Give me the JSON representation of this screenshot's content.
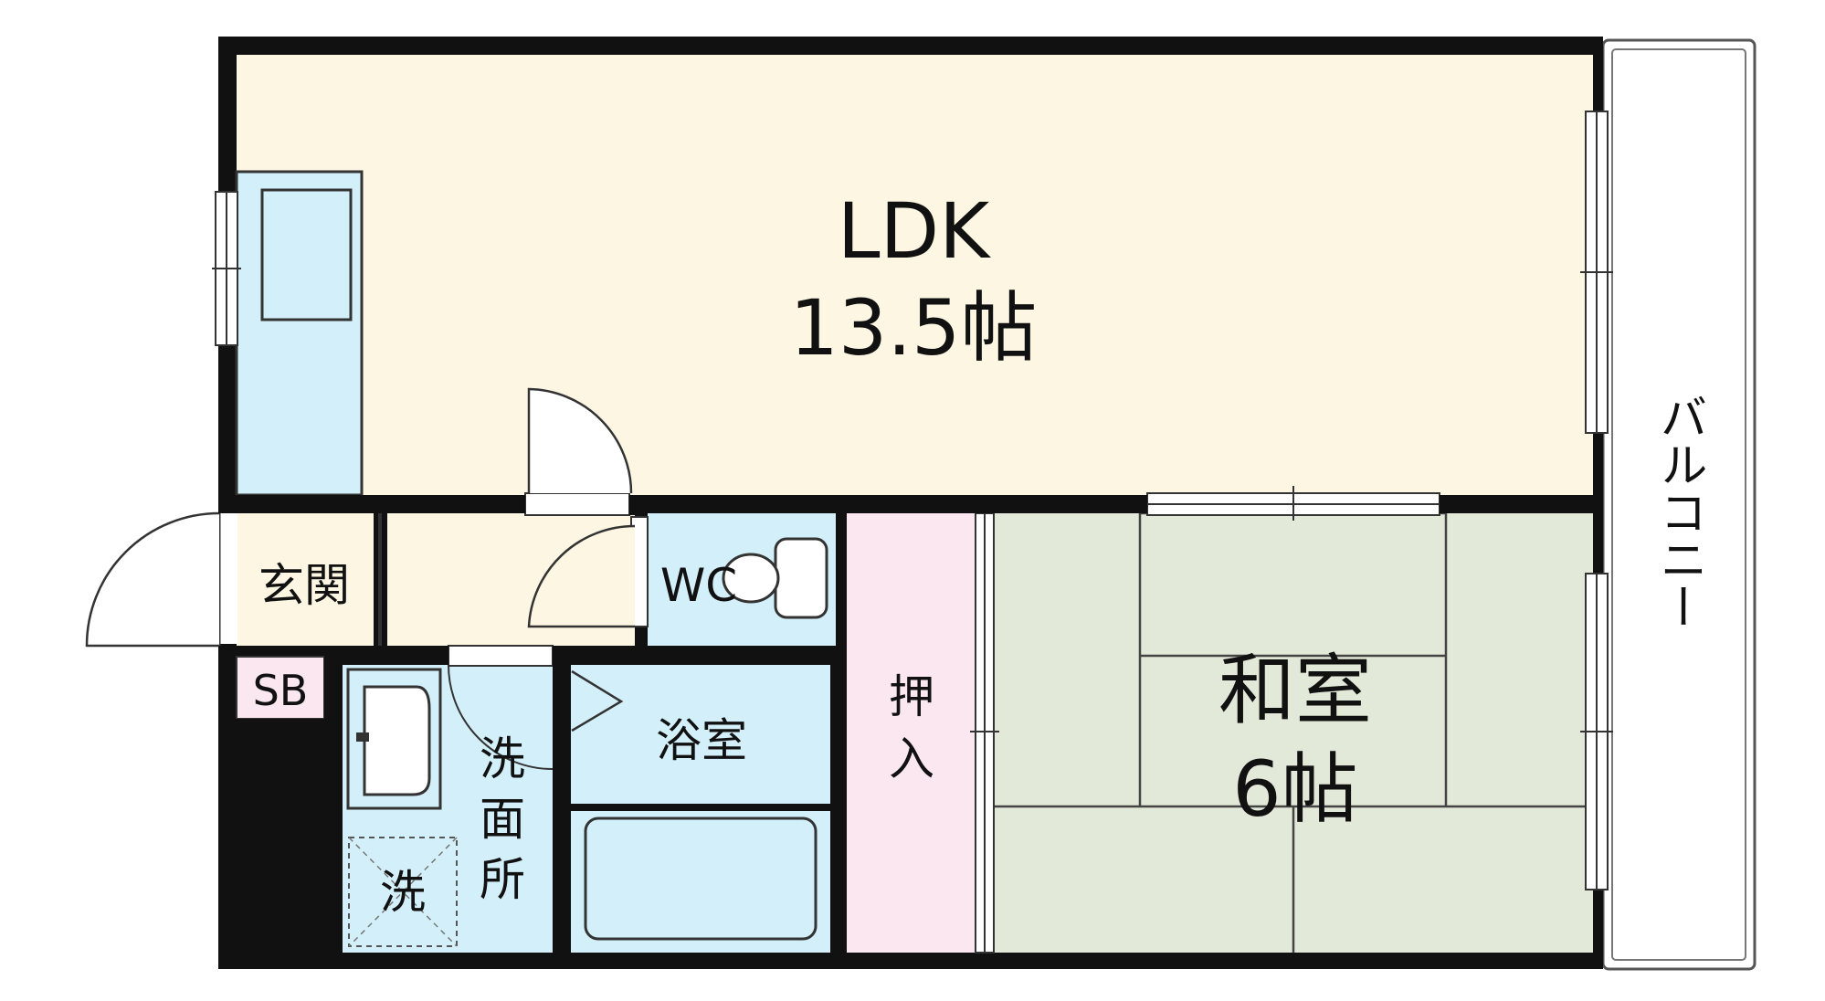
{
  "rooms": {
    "ldk": {
      "name": "LDK",
      "size": "13.5帖"
    },
    "washitsu": {
      "name": "和室",
      "size": "6帖"
    },
    "genkan": {
      "name": "玄関"
    },
    "sb": {
      "name": "SB"
    },
    "wc": {
      "name": "WC"
    },
    "bath": {
      "name": "浴室"
    },
    "oshiire": {
      "line1": "押",
      "line2": "入"
    },
    "senmenjo": {
      "line1": "洗",
      "line2": "面",
      "line3": "所"
    },
    "washer": {
      "name": "洗"
    }
  },
  "balcony": {
    "label": "バルコニー"
  },
  "colors": {
    "wall": "#111111",
    "ldk": "#fdf6e3",
    "tatami": "#e3e9d8",
    "wet_area": "#d3f0fa",
    "closet": "#fbe7ef",
    "sb": "#fbe7ef"
  }
}
